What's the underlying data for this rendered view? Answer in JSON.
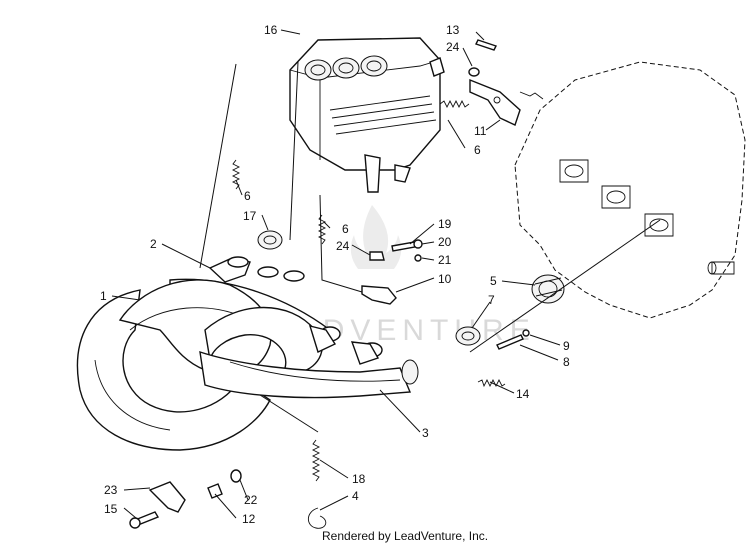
{
  "diagram": {
    "labels": [
      {
        "id": "l16",
        "text": "16"
      },
      {
        "id": "l13",
        "text": "13"
      },
      {
        "id": "l24a",
        "text": "24"
      },
      {
        "id": "l11",
        "text": "11"
      },
      {
        "id": "l6a",
        "text": "6"
      },
      {
        "id": "l6b",
        "text": "6"
      },
      {
        "id": "l17",
        "text": "17"
      },
      {
        "id": "l2",
        "text": "2"
      },
      {
        "id": "l6c",
        "text": "6"
      },
      {
        "id": "l24b",
        "text": "24"
      },
      {
        "id": "l19",
        "text": "19"
      },
      {
        "id": "l20",
        "text": "20"
      },
      {
        "id": "l21",
        "text": "21"
      },
      {
        "id": "l10",
        "text": "10"
      },
      {
        "id": "l1",
        "text": "1"
      },
      {
        "id": "l5",
        "text": "5"
      },
      {
        "id": "l7",
        "text": "7"
      },
      {
        "id": "l9",
        "text": "9"
      },
      {
        "id": "l8",
        "text": "8"
      },
      {
        "id": "l14",
        "text": "14"
      },
      {
        "id": "l3",
        "text": "3"
      },
      {
        "id": "l18",
        "text": "18"
      },
      {
        "id": "l23",
        "text": "23"
      },
      {
        "id": "l22",
        "text": "22"
      },
      {
        "id": "l15",
        "text": "15"
      },
      {
        "id": "l12",
        "text": "12"
      },
      {
        "id": "l4",
        "text": "4"
      }
    ],
    "credit": "Rendered by LeadVenture, Inc.",
    "watermark": "LEADVENTURE"
  }
}
